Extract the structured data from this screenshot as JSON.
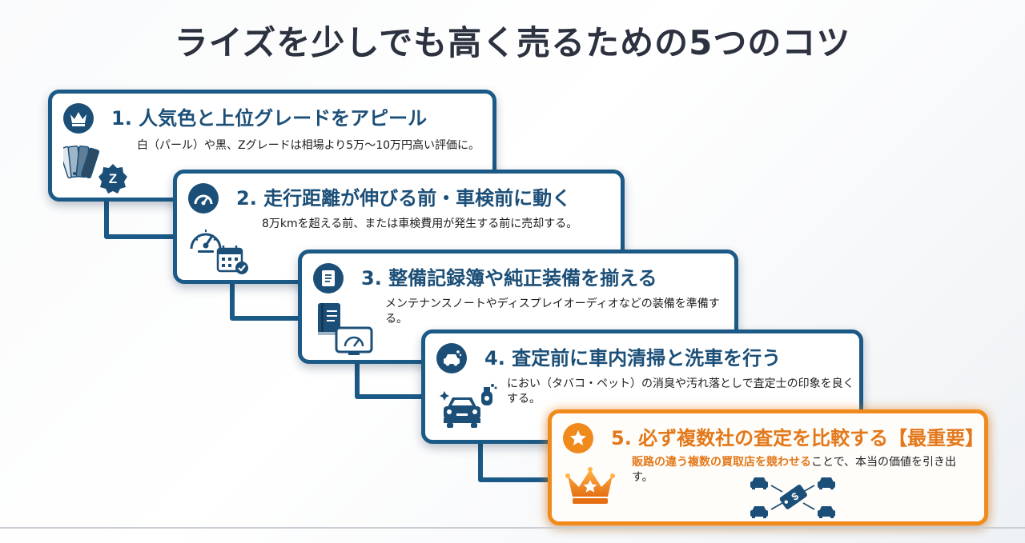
{
  "title": "ライズを少しでも高く売るための5つのコツ",
  "tips": [
    {
      "heading": "1. 人気色と上位グレードをアピール",
      "description": "白（パール）や黒、Zグレードは相場より5万〜10万円高い評価に。",
      "badge_icon": "crown-icon",
      "illustration": [
        "color-swatch-icon",
        "z-grade-badge-icon"
      ],
      "illustration_text": "Z"
    },
    {
      "heading": "2. 走行距離が伸びる前・車検前に動く",
      "description": "8万kmを超える前、または車検費用が発生する前に売却する。",
      "badge_icon": "speedometer-icon",
      "illustration": [
        "speedometer-icon",
        "calendar-check-icon"
      ]
    },
    {
      "heading": "3. 整備記録簿や純正装備を揃える",
      "description": "メンテナンスノートやディスプレイオーディオなどの装備を準備する。",
      "badge_icon": "document-icon",
      "illustration": [
        "record-book-icon",
        "display-audio-icon"
      ]
    },
    {
      "heading": "4. 査定前に車内清掃と洗車を行う",
      "description": "におい（タバコ・ペット）の消臭や汚れ落としで査定士の印象を良くする。",
      "badge_icon": "car-wash-icon",
      "illustration": [
        "clean-car-icon",
        "spray-bottle-icon"
      ]
    },
    {
      "heading": "5. 必ず複数社の査定を比較する【最重要】",
      "description_highlight": "販路の違う複数の買取店を競わせる",
      "description_rest": "ことで、本当の価値を引き出す。",
      "badge_icon": "star-icon",
      "illustration": [
        "crown-star-icon",
        "car-price-tag-network-icon"
      ],
      "illustration_text": "$"
    }
  ],
  "colors": {
    "navy": "#1b5a86",
    "heading_blue": "#1c4f78",
    "orange": "#f08a1c",
    "title": "#2d3240"
  }
}
